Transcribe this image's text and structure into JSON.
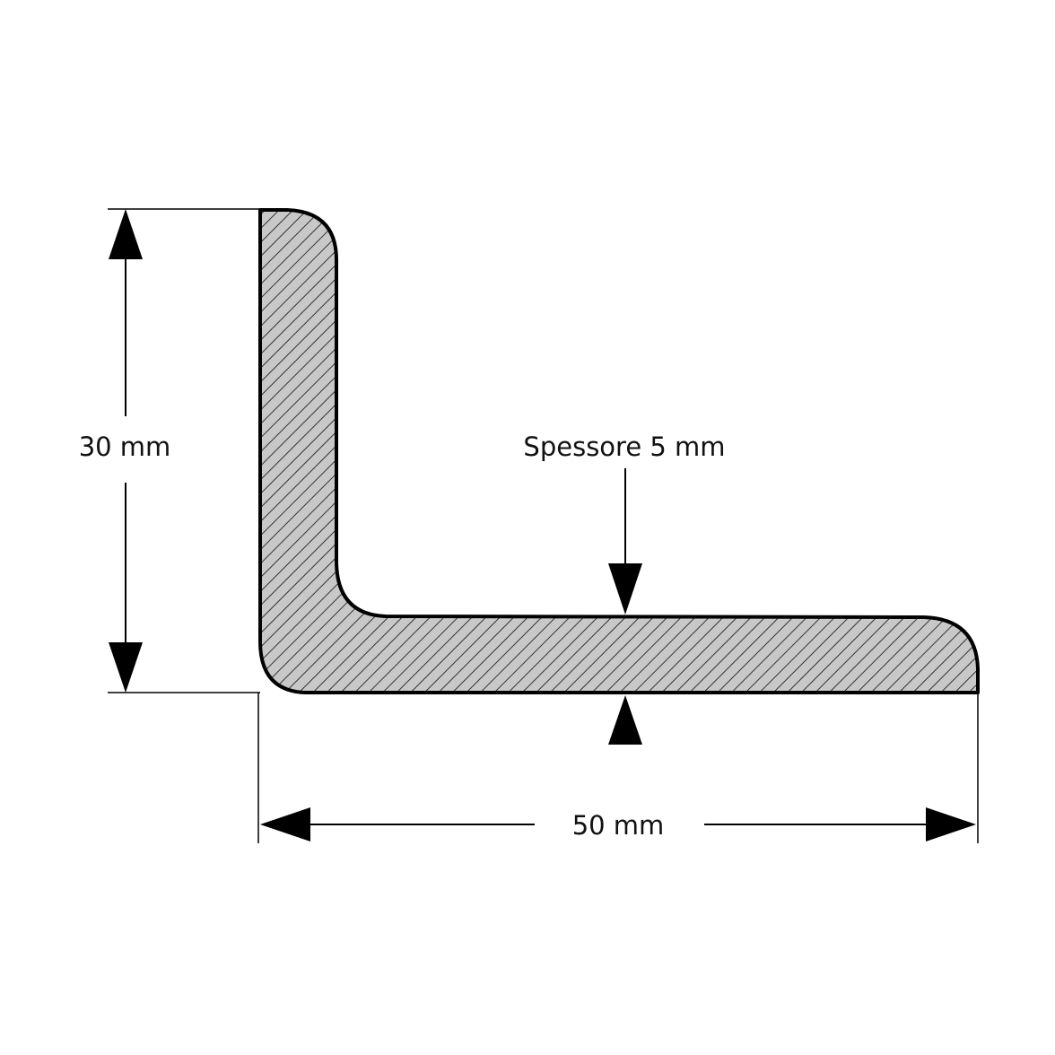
{
  "labels": {
    "height": "30 mm",
    "width": "50 mm",
    "thickness": "Spessore 5 mm"
  },
  "colors": {
    "background": "#ffffff",
    "profile_fill": "#c8c8c8",
    "hatch": "#333333",
    "outline": "#000000",
    "dimension_line": "#000000"
  }
}
